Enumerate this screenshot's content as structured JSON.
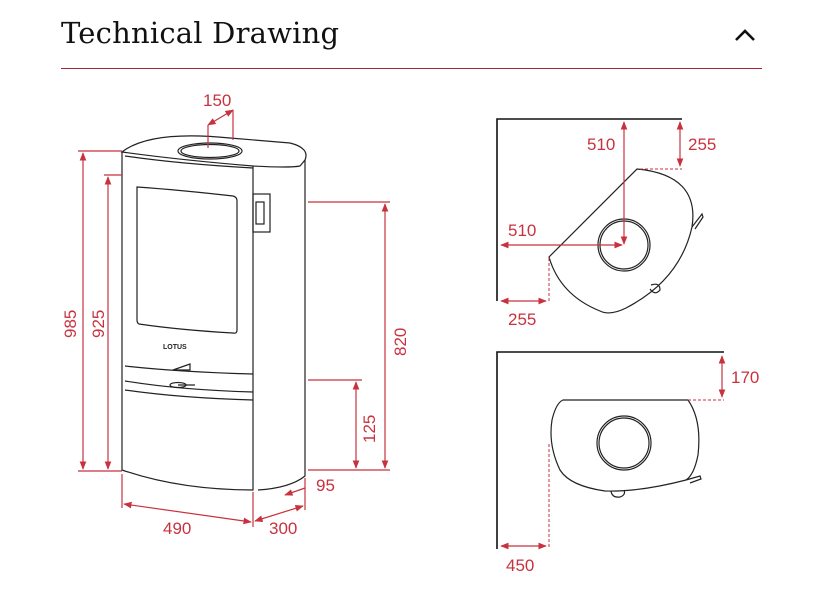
{
  "section": {
    "title": "Technical Drawing",
    "toggle_icon": "chevron-up-icon"
  },
  "colors": {
    "accent": "#a8223a",
    "dimension": "#c8323f"
  },
  "front_view": {
    "brand_logo": "LOTUS",
    "dims": {
      "flue_diameter": "150",
      "total_height": "985",
      "door_height": "925",
      "outlet_height": "820",
      "inlet_height": "125",
      "inlet_offset": "95",
      "width": "490",
      "depth": "300"
    }
  },
  "corner_plan": {
    "dims": {
      "center_from_wall_a": "510",
      "clearance_a": "255",
      "center_from_wall_b": "510",
      "clearance_b": "255"
    }
  },
  "wall_plan": {
    "dims": {
      "rear_clearance": "170",
      "side_clearance": "450"
    }
  }
}
